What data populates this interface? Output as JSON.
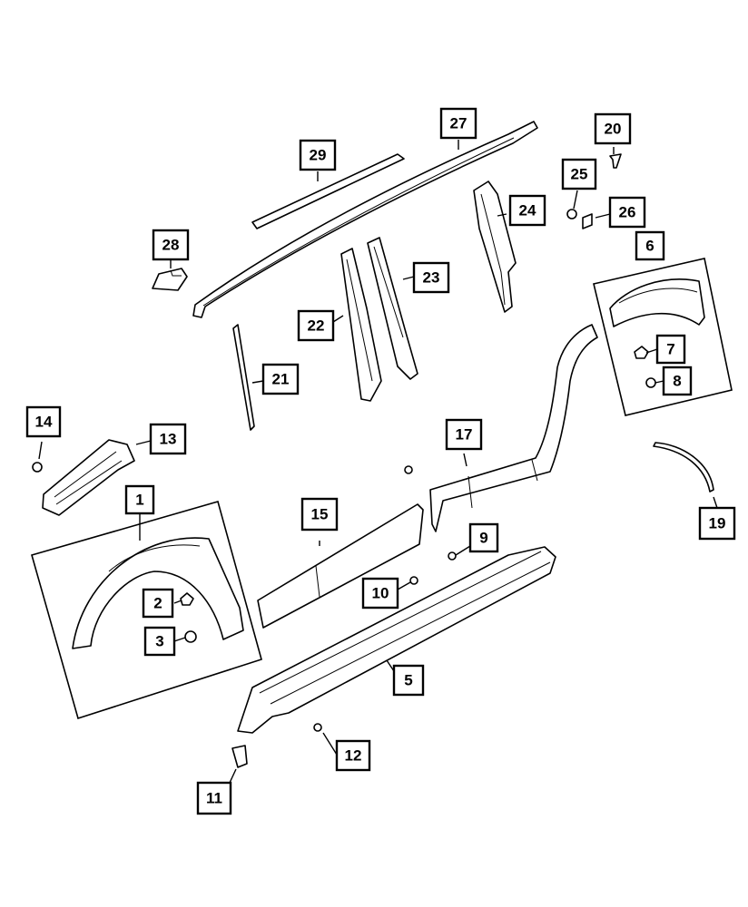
{
  "callouts": [
    {
      "id": "c1",
      "label": "1"
    },
    {
      "id": "c2",
      "label": "2"
    },
    {
      "id": "c3",
      "label": "3"
    },
    {
      "id": "c5",
      "label": "5"
    },
    {
      "id": "c6",
      "label": "6"
    },
    {
      "id": "c7",
      "label": "7"
    },
    {
      "id": "c8",
      "label": "8"
    },
    {
      "id": "c9",
      "label": "9"
    },
    {
      "id": "c10",
      "label": "10"
    },
    {
      "id": "c11",
      "label": "11"
    },
    {
      "id": "c12",
      "label": "12"
    },
    {
      "id": "c13",
      "label": "13"
    },
    {
      "id": "c14",
      "label": "14"
    },
    {
      "id": "c15",
      "label": "15"
    },
    {
      "id": "c17",
      "label": "17"
    },
    {
      "id": "c19",
      "label": "19"
    },
    {
      "id": "c20",
      "label": "20"
    },
    {
      "id": "c21",
      "label": "21"
    },
    {
      "id": "c22",
      "label": "22"
    },
    {
      "id": "c23",
      "label": "23"
    },
    {
      "id": "c24",
      "label": "24"
    },
    {
      "id": "c25",
      "label": "25"
    },
    {
      "id": "c26",
      "label": "26"
    },
    {
      "id": "c27",
      "label": "27"
    },
    {
      "id": "c28",
      "label": "28"
    },
    {
      "id": "c29",
      "label": "29"
    }
  ]
}
